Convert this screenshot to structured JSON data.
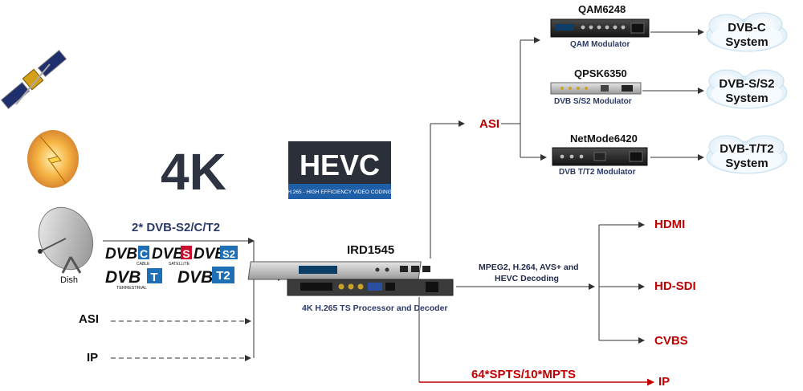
{
  "center": {
    "device_name": "IRD1545",
    "device_caption": "4K H.265 TS Processor and Decoder",
    "big_4k": "4K",
    "hevc_title": "HEVC",
    "hevc_subtitle": "H.265 - HIGH EFFICIENCY VIDEO CODING"
  },
  "inputs": {
    "dvb_title": "2* DVB-S2/C/T2",
    "dish_label": "Dish",
    "asi_label": "ASI",
    "ip_label": "IP",
    "dvb_logos": {
      "c_main": "DVB",
      "c_letter": "C",
      "c_sub": "CABLE",
      "s_main": "DVB",
      "s_letter": "S",
      "s_sub": "SATELLITE",
      "s2_main": "DVB",
      "s2_letter": "S2",
      "t_main": "DVB",
      "t_letter": "T",
      "t_sub": "TERRESTRIAL",
      "t2_main": "DVB",
      "t2_letter": "T2"
    }
  },
  "asi_branch": {
    "asi_label": "ASI",
    "modulators": [
      {
        "name": "QAM6248",
        "caption": "QAM Modulator",
        "system": "DVB-C\nSystem"
      },
      {
        "name": "QPSK6350",
        "caption": "DVB S/S2 Modulator",
        "system": "DVB-S/S2\nSystem"
      },
      {
        "name": "NetMode6420",
        "caption": "DVB T/T2 Modulator",
        "system": "DVB-T/T2\nSystem"
      }
    ]
  },
  "decoding": {
    "text_line1": "MPEG2, H.264, AVS+ and",
    "text_line2": "HEVC Decoding",
    "outputs": [
      "HDMI",
      "HD-SDI",
      "CVBS"
    ]
  },
  "ip_output": {
    "label": "64*SPTS/10*MPTS",
    "target": "IP"
  },
  "colors": {
    "accent_red": "#c00000",
    "line": "#333333",
    "dvb_blue": "#1f6fb7",
    "dvb_red": "#c8102e",
    "hevc_bg": "#2a2f3a",
    "hevc_band": "#1f5fa8"
  }
}
